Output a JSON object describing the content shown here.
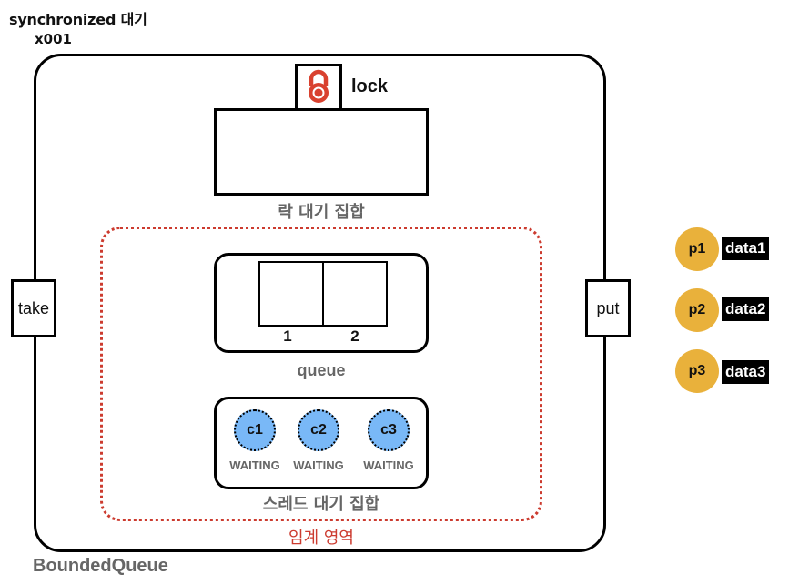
{
  "header": {
    "title": "synchronized 대기",
    "instance_id": "x001"
  },
  "monitor": {
    "class_name": "BoundedQueue",
    "lock": {
      "icon": "padlock-icon",
      "label": "lock",
      "color": "#d9412f"
    },
    "entry_set_label": "락 대기 집합",
    "critical_section_label": "임계 영역",
    "critical_section_color": "#cc3b2f",
    "methods": {
      "take": "take",
      "put": "put"
    },
    "queue": {
      "label": "queue",
      "slots": [
        "1",
        "2"
      ]
    },
    "wait_set": {
      "label": "스레드 대기 집합",
      "threads": [
        {
          "name": "c1",
          "state": "WAITING"
        },
        {
          "name": "c2",
          "state": "WAITING"
        },
        {
          "name": "c3",
          "state": "WAITING"
        }
      ],
      "thread_color": "#79b8f7"
    }
  },
  "producers": [
    {
      "name": "p1",
      "data": "data1"
    },
    {
      "name": "p2",
      "data": "data2"
    },
    {
      "name": "p3",
      "data": "data3"
    }
  ],
  "producer_color": "#e9b13b"
}
